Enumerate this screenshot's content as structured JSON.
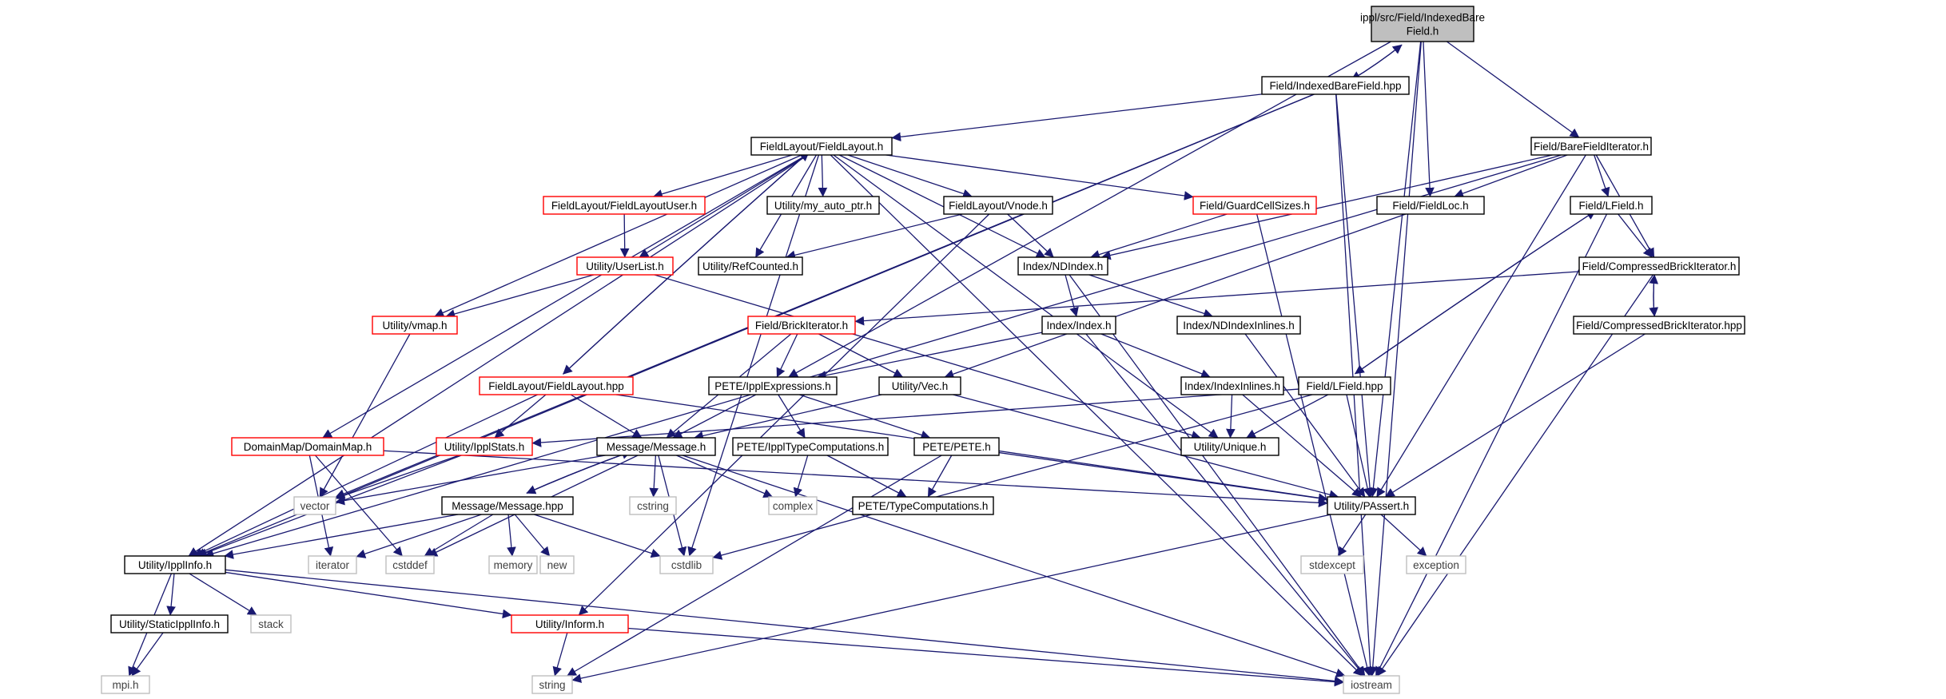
{
  "graph": {
    "title": "include dependency graph",
    "colors": {
      "root_fill": "#bfbfbf",
      "normal_border": "#000000",
      "truncated_border": "#ff0000",
      "external_border": "#bfbfbf",
      "external_text": "#404040",
      "edge": "#191970"
    },
    "nodes": [
      {
        "id": "root",
        "lines": [
          "ippl/src/Field/IndexedBare",
          "Field.h"
        ],
        "kind": "root"
      },
      {
        "id": "ibf_hpp",
        "lines": [
          "Field/IndexedBareField.hpp"
        ],
        "kind": "normal"
      },
      {
        "id": "fl_h",
        "lines": [
          "FieldLayout/FieldLayout.h"
        ],
        "kind": "normal"
      },
      {
        "id": "bfi_h",
        "lines": [
          "Field/BareFieldIterator.h"
        ],
        "kind": "normal"
      },
      {
        "id": "flu_h",
        "lines": [
          "FieldLayout/FieldLayoutUser.h"
        ],
        "kind": "truncated"
      },
      {
        "id": "autoptr",
        "lines": [
          "Utility/my_auto_ptr.h"
        ],
        "kind": "normal"
      },
      {
        "id": "vnode",
        "lines": [
          "FieldLayout/Vnode.h"
        ],
        "kind": "normal"
      },
      {
        "id": "gcs",
        "lines": [
          "Field/GuardCellSizes.h"
        ],
        "kind": "truncated"
      },
      {
        "id": "fieldloc",
        "lines": [
          "Field/FieldLoc.h"
        ],
        "kind": "normal"
      },
      {
        "id": "lfield_h",
        "lines": [
          "Field/LField.h"
        ],
        "kind": "normal"
      },
      {
        "id": "userlist",
        "lines": [
          "Utility/UserList.h"
        ],
        "kind": "truncated"
      },
      {
        "id": "refcounted",
        "lines": [
          "Utility/RefCounted.h"
        ],
        "kind": "normal"
      },
      {
        "id": "ndindex_h",
        "lines": [
          "Index/NDIndex.h"
        ],
        "kind": "normal"
      },
      {
        "id": "cbi_h",
        "lines": [
          "Field/CompressedBrickIterator.h"
        ],
        "kind": "normal"
      },
      {
        "id": "vmap",
        "lines": [
          "Utility/vmap.h"
        ],
        "kind": "truncated"
      },
      {
        "id": "brickit",
        "lines": [
          "Field/BrickIterator.h"
        ],
        "kind": "truncated"
      },
      {
        "id": "index_h",
        "lines": [
          "Index/Index.h"
        ],
        "kind": "normal"
      },
      {
        "id": "ndii",
        "lines": [
          "Index/NDIndexInlines.h"
        ],
        "kind": "normal"
      },
      {
        "id": "cbi_hpp",
        "lines": [
          "Field/CompressedBrickIterator.hpp"
        ],
        "kind": "normal"
      },
      {
        "id": "fl_hpp",
        "lines": [
          "FieldLayout/FieldLayout.hpp"
        ],
        "kind": "truncated"
      },
      {
        "id": "pete_expr",
        "lines": [
          "PETE/IpplExpressions.h"
        ],
        "kind": "normal"
      },
      {
        "id": "vec",
        "lines": [
          "Utility/Vec.h"
        ],
        "kind": "normal"
      },
      {
        "id": "indexinl",
        "lines": [
          "Index/IndexInlines.h"
        ],
        "kind": "normal"
      },
      {
        "id": "lfield_hpp",
        "lines": [
          "Field/LField.hpp"
        ],
        "kind": "normal"
      },
      {
        "id": "dommap",
        "lines": [
          "DomainMap/DomainMap.h"
        ],
        "kind": "truncated"
      },
      {
        "id": "ipplstats",
        "lines": [
          "Utility/IpplStats.h"
        ],
        "kind": "truncated"
      },
      {
        "id": "msg_h",
        "lines": [
          "Message/Message.h"
        ],
        "kind": "normal"
      },
      {
        "id": "itc",
        "lines": [
          "PETE/IpplTypeComputations.h"
        ],
        "kind": "normal"
      },
      {
        "id": "pete_h",
        "lines": [
          "PETE/PETE.h"
        ],
        "kind": "normal"
      },
      {
        "id": "unique",
        "lines": [
          "Utility/Unique.h"
        ],
        "kind": "normal"
      },
      {
        "id": "vector",
        "lines": [
          "vector"
        ],
        "kind": "external"
      },
      {
        "id": "msg_hpp",
        "lines": [
          "Message/Message.hpp"
        ],
        "kind": "normal"
      },
      {
        "id": "cstring",
        "lines": [
          "cstring"
        ],
        "kind": "external"
      },
      {
        "id": "complex",
        "lines": [
          "complex"
        ],
        "kind": "external"
      },
      {
        "id": "typecomp",
        "lines": [
          "PETE/TypeComputations.h"
        ],
        "kind": "normal"
      },
      {
        "id": "passert",
        "lines": [
          "Utility/PAssert.h"
        ],
        "kind": "normal"
      },
      {
        "id": "ipplinfo",
        "lines": [
          "Utility/IpplInfo.h"
        ],
        "kind": "normal"
      },
      {
        "id": "iterator",
        "lines": [
          "iterator"
        ],
        "kind": "external"
      },
      {
        "id": "cstddef",
        "lines": [
          "cstddef"
        ],
        "kind": "external"
      },
      {
        "id": "memory",
        "lines": [
          "memory"
        ],
        "kind": "external"
      },
      {
        "id": "new",
        "lines": [
          "new"
        ],
        "kind": "external"
      },
      {
        "id": "cstdlib",
        "lines": [
          "cstdlib"
        ],
        "kind": "external"
      },
      {
        "id": "stdexcept",
        "lines": [
          "stdexcept"
        ],
        "kind": "external"
      },
      {
        "id": "exception",
        "lines": [
          "exception"
        ],
        "kind": "external"
      },
      {
        "id": "stack",
        "lines": [
          "stack"
        ],
        "kind": "external"
      },
      {
        "id": "staticippl",
        "lines": [
          "Utility/StaticIpplInfo.h"
        ],
        "kind": "normal"
      },
      {
        "id": "inform",
        "lines": [
          "Utility/Inform.h"
        ],
        "kind": "truncated"
      },
      {
        "id": "mpi",
        "lines": [
          "mpi.h"
        ],
        "kind": "external"
      },
      {
        "id": "string",
        "lines": [
          "string"
        ],
        "kind": "external"
      },
      {
        "id": "iostream",
        "lines": [
          "iostream"
        ],
        "kind": "external"
      }
    ],
    "edges": [
      [
        "root",
        "ibf_hpp"
      ],
      [
        "ibf_hpp",
        "root"
      ],
      [
        "root",
        "bfi_h"
      ],
      [
        "root",
        "fieldloc"
      ],
      [
        "root",
        "passert"
      ],
      [
        "root",
        "iostream"
      ],
      [
        "root",
        "pete_expr"
      ],
      [
        "ibf_hpp",
        "fl_h"
      ],
      [
        "ibf_hpp",
        "passert"
      ],
      [
        "ibf_hpp",
        "iostream"
      ],
      [
        "ibf_hpp",
        "ipplinfo"
      ],
      [
        "ibf_hpp",
        "vector"
      ],
      [
        "fl_h",
        "flu_h"
      ],
      [
        "fl_h",
        "autoptr"
      ],
      [
        "fl_h",
        "vnode"
      ],
      [
        "fl_h",
        "gcs"
      ],
      [
        "fl_h",
        "userlist"
      ],
      [
        "fl_h",
        "refcounted"
      ],
      [
        "fl_h",
        "ndindex_h"
      ],
      [
        "fl_h",
        "vmap"
      ],
      [
        "fl_h",
        "fl_hpp"
      ],
      [
        "fl_hpp",
        "fl_h"
      ],
      [
        "fl_h",
        "dommap"
      ],
      [
        "fl_h",
        "ipplinfo"
      ],
      [
        "fl_h",
        "unique"
      ],
      [
        "fl_h",
        "iostream"
      ],
      [
        "fl_h",
        "cstdlib"
      ],
      [
        "bfi_h",
        "fieldloc"
      ],
      [
        "bfi_h",
        "lfield_h"
      ],
      [
        "bfi_h",
        "cbi_h"
      ],
      [
        "bfi_h",
        "ndindex_h"
      ],
      [
        "bfi_h",
        "passert"
      ],
      [
        "bfi_h",
        "ipplinfo"
      ],
      [
        "flu_h",
        "userlist"
      ],
      [
        "userlist",
        "vmap"
      ],
      [
        "userlist",
        "unique"
      ],
      [
        "vnode",
        "refcounted"
      ],
      [
        "vnode",
        "ndindex_h"
      ],
      [
        "vnode",
        "inform"
      ],
      [
        "gcs",
        "ndindex_h"
      ],
      [
        "gcs",
        "iostream"
      ],
      [
        "fieldloc",
        "vec"
      ],
      [
        "lfield_h",
        "lfield_hpp"
      ],
      [
        "lfield_hpp",
        "lfield_h"
      ],
      [
        "lfield_h",
        "cbi_h"
      ],
      [
        "lfield_h",
        "iostream"
      ],
      [
        "ndindex_h",
        "index_h"
      ],
      [
        "ndindex_h",
        "ndii"
      ],
      [
        "ndindex_h",
        "iostream"
      ],
      [
        "cbi_h",
        "cbi_hpp"
      ],
      [
        "cbi_hpp",
        "cbi_h"
      ],
      [
        "cbi_h",
        "brickit"
      ],
      [
        "cbi_h",
        "iostream"
      ],
      [
        "cbi_hpp",
        "passert"
      ],
      [
        "vmap",
        "vector"
      ],
      [
        "brickit",
        "pete_expr"
      ],
      [
        "brickit",
        "vec"
      ],
      [
        "brickit",
        "msg_h"
      ],
      [
        "index_h",
        "pete_expr"
      ],
      [
        "index_h",
        "indexinl"
      ],
      [
        "index_h",
        "iostream"
      ],
      [
        "ndii",
        "passert"
      ],
      [
        "fl_hpp",
        "ipplstats"
      ],
      [
        "fl_hpp",
        "msg_h"
      ],
      [
        "fl_hpp",
        "passert"
      ],
      [
        "fl_hpp",
        "ipplinfo"
      ],
      [
        "pete_expr",
        "msg_h"
      ],
      [
        "pete_expr",
        "itc"
      ],
      [
        "pete_expr",
        "pete_h"
      ],
      [
        "vec",
        "msg_h"
      ],
      [
        "vec",
        "passert"
      ],
      [
        "indexinl",
        "unique"
      ],
      [
        "indexinl",
        "passert"
      ],
      [
        "lfield_hpp",
        "ipplstats"
      ],
      [
        "lfield_hpp",
        "unique"
      ],
      [
        "lfield_hpp",
        "passert"
      ],
      [
        "lfield_hpp",
        "cstdlib"
      ],
      [
        "dommap",
        "iterator"
      ],
      [
        "dommap",
        "cstddef"
      ],
      [
        "dommap",
        "passert"
      ],
      [
        "ipplstats",
        "vector"
      ],
      [
        "ipplstats",
        "ipplinfo"
      ],
      [
        "msg_h",
        "msg_hpp"
      ],
      [
        "msg_hpp",
        "msg_h"
      ],
      [
        "msg_h",
        "vector"
      ],
      [
        "msg_h",
        "cstring"
      ],
      [
        "msg_h",
        "complex"
      ],
      [
        "msg_h",
        "cstddef"
      ],
      [
        "msg_h",
        "cstdlib"
      ],
      [
        "msg_h",
        "iostream"
      ],
      [
        "itc",
        "complex"
      ],
      [
        "itc",
        "typecomp"
      ],
      [
        "pete_h",
        "typecomp"
      ],
      [
        "pete_h",
        "passert"
      ],
      [
        "pete_h",
        "string"
      ],
      [
        "msg_hpp",
        "ipplinfo"
      ],
      [
        "msg_hpp",
        "iterator"
      ],
      [
        "msg_hpp",
        "cstddef"
      ],
      [
        "msg_hpp",
        "memory"
      ],
      [
        "msg_hpp",
        "new"
      ],
      [
        "msg_hpp",
        "cstdlib"
      ],
      [
        "passert",
        "stdexcept"
      ],
      [
        "passert",
        "exception"
      ],
      [
        "passert",
        "string"
      ],
      [
        "ipplinfo",
        "staticippl"
      ],
      [
        "ipplinfo",
        "stack"
      ],
      [
        "ipplinfo",
        "mpi"
      ],
      [
        "ipplinfo",
        "inform"
      ],
      [
        "ipplinfo",
        "iostream"
      ],
      [
        "staticippl",
        "mpi"
      ],
      [
        "inform",
        "string"
      ],
      [
        "inform",
        "iostream"
      ]
    ]
  }
}
